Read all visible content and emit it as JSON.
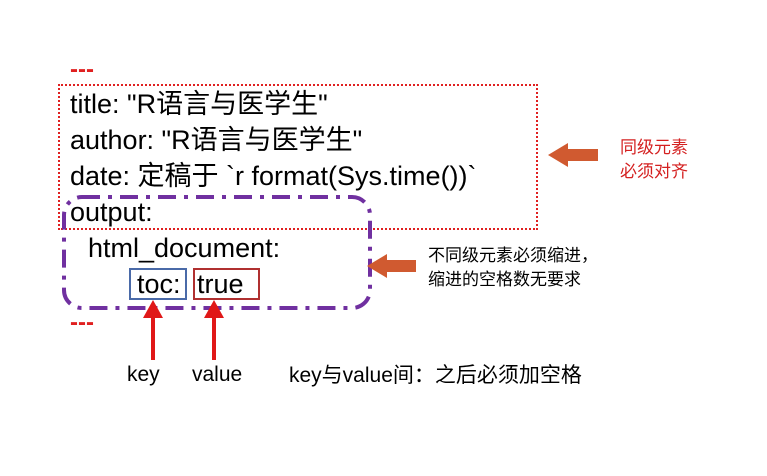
{
  "yaml": {
    "dashes_top": "---",
    "title_line": "title: \"R语言与医学生\"",
    "author_line": "author: \"R语言与医学生\"",
    "date_line": "date: 定稿于 `r format(Sys.time())`",
    "output_line": "output:",
    "html_doc_line": "html_document:",
    "toc_key": "toc:",
    "toc_value": "true",
    "dashes_bottom": "---"
  },
  "notes": {
    "sibling_align": [
      "同级元素",
      "必须对齐"
    ],
    "indent_rule": [
      "不同级元素必须缩进，",
      "缩进的空格数无要求"
    ],
    "key_label": "key",
    "value_label": "value",
    "space_rule": "key与value间：之后必须加空格"
  },
  "colors": {
    "red": "#e02020",
    "purple": "#7030a0",
    "arrow": "#d05a30",
    "key_box": "#4a6aa8",
    "value_box": "#b03030"
  }
}
